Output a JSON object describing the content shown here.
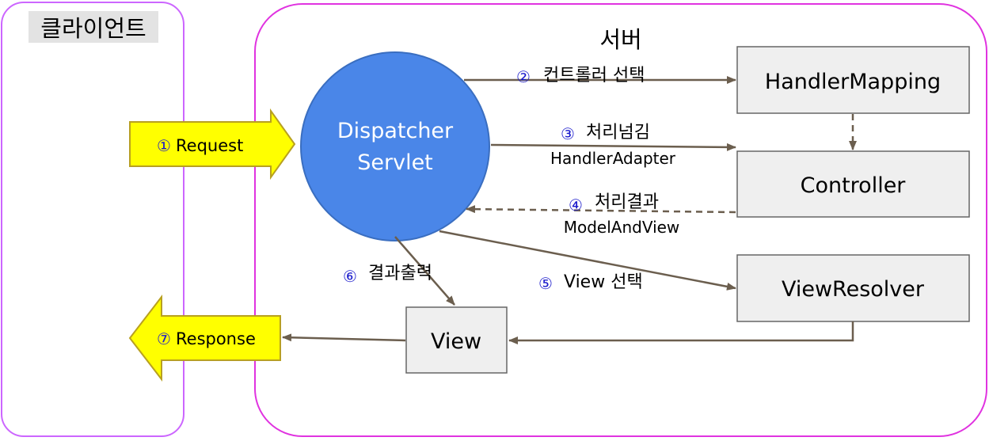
{
  "regions": {
    "client": "클라이언트",
    "server": "서버"
  },
  "nodes": {
    "dispatcher_line1": "Dispatcher",
    "dispatcher_line2": "Servlet",
    "handler_mapping": "HandlerMapping",
    "controller": "Controller",
    "view_resolver": "ViewResolver",
    "view": "View"
  },
  "steps": {
    "s1": {
      "num": "①",
      "label": "Request"
    },
    "s2": {
      "num": "②",
      "label": "컨트롤러 선택"
    },
    "s3": {
      "num": "③",
      "label": "처리넘김",
      "sub": "HandlerAdapter"
    },
    "s4": {
      "num": "④",
      "label": "처리결과",
      "sub": "ModelAndView"
    },
    "s5": {
      "num": "⑤",
      "label": "View 선택"
    },
    "s6": {
      "num": "⑥",
      "label": "결과출력"
    },
    "s7": {
      "num": "⑦",
      "label": "Response"
    }
  },
  "colors": {
    "client_border": "#cc66ff",
    "server_border": "#e033e0",
    "dispatcher_fill": "#4a86e8",
    "box_fill": "#efefef",
    "arrow": "#6b5e4e",
    "request_fill": "#ffff00",
    "step_number": "#1a1acc"
  }
}
